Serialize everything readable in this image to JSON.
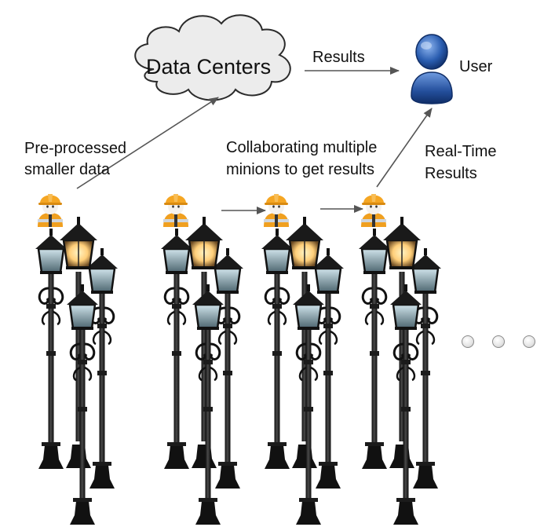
{
  "data_center": {
    "label": "Data Centers",
    "icon": "cloud-icon"
  },
  "user": {
    "label": "User",
    "icon": "user-icon"
  },
  "arrows": {
    "results": "Results"
  },
  "annotations": {
    "preprocessed": [
      "Pre-processed",
      "smaller data"
    ],
    "collaborating": [
      "Collaborating multiple",
      "minions to get results"
    ],
    "realtime": [
      "Real-Time",
      "Results"
    ]
  },
  "lamp_groups": [
    {
      "name": "lamp-group-1",
      "icon": "street-lamp-icon",
      "minion": "worker-minion-icon"
    },
    {
      "name": "lamp-group-2",
      "icon": "street-lamp-icon",
      "minion": "worker-minion-icon"
    },
    {
      "name": "lamp-group-3",
      "icon": "street-lamp-icon",
      "minion": "worker-minion-icon"
    },
    {
      "name": "lamp-group-4",
      "icon": "street-lamp-icon",
      "minion": "worker-minion-icon"
    }
  ],
  "more_indicator": {
    "count": 3,
    "icon": "ellipsis-dots-icon"
  },
  "colors": {
    "hardhat": "#f5a623",
    "vest": "#f0a020",
    "lamp_glow": "#ffcf7a",
    "lamp_iron": "#1c1c1c",
    "user_blue": "#2a5db0"
  }
}
